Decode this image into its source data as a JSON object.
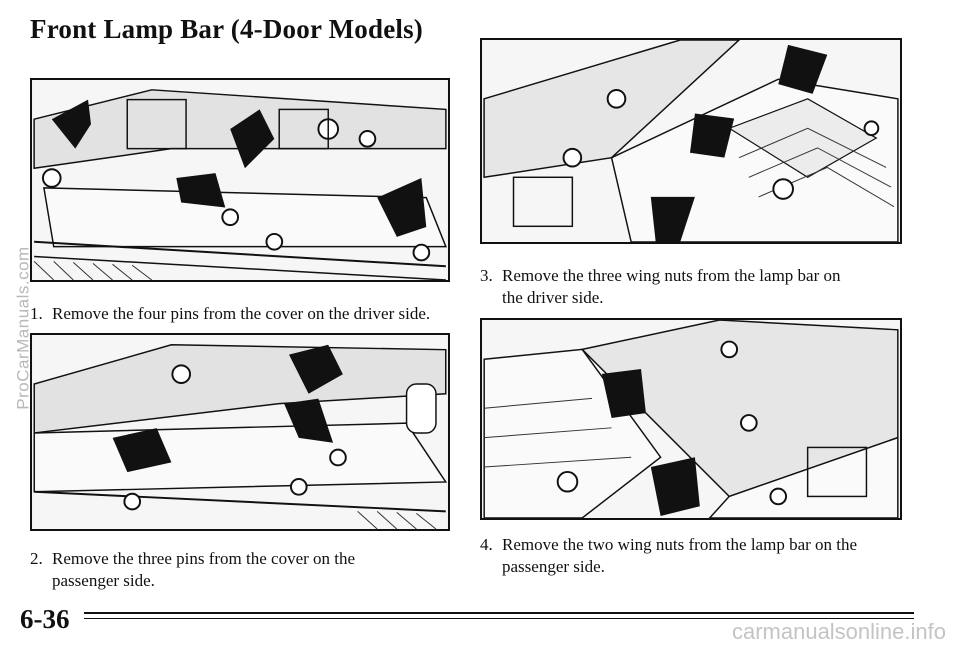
{
  "page": {
    "title": "Front Lamp Bar (4-Door Models)",
    "page_number": "6-36"
  },
  "steps": [
    {
      "number": "1.",
      "text": "Remove the four pins from the cover on the driver side."
    },
    {
      "number": "2.",
      "text_line1": "Remove the three pins from the cover on the",
      "text_line2": "passenger side."
    },
    {
      "number": "3.",
      "text_line1": "Remove the three wing nuts from the lamp bar on",
      "text_line2": "the driver side."
    },
    {
      "number": "4.",
      "text_line1": "Remove the two wing nuts from the lamp bar on the",
      "text_line2": "passenger side."
    }
  ],
  "figures": {
    "fig1": {
      "arrow_count": 4
    },
    "fig2": {
      "arrow_count": 3
    },
    "fig3": {
      "arrow_count": 3
    },
    "fig4": {
      "arrow_count": 2
    }
  },
  "watermarks": {
    "left": "ProCarManuals.com",
    "bottom": "carmanualsonline.info"
  }
}
